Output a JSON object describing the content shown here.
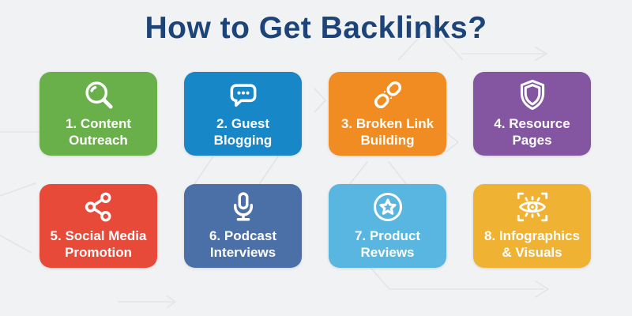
{
  "title": {
    "text": "How to Get Backlinks?",
    "color": "#1d4478"
  },
  "background": {
    "color": "#f1f2f3",
    "line_color": "#e3e4e8"
  },
  "cards": [
    {
      "label": "1. Content Outreach",
      "lines": [
        "1. Content",
        "Outreach"
      ],
      "icon": "search-icon",
      "color": "#6ab04a"
    },
    {
      "label": "2. Guest Blogging",
      "lines": [
        "2. Guest",
        "Blogging"
      ],
      "icon": "chat-bubble-icon",
      "color": "#1787c8"
    },
    {
      "label": "3. Broken Link Building",
      "lines": [
        "3. Broken Link",
        "Building"
      ],
      "icon": "broken-link-icon",
      "color": "#f08c21"
    },
    {
      "label": "4. Resource Pages",
      "lines": [
        "4. Resource",
        "Pages"
      ],
      "icon": "shield-icon",
      "color": "#8455a1"
    },
    {
      "label": "5. Social Media Promotion",
      "lines": [
        "5. Social Media",
        "Promotion"
      ],
      "icon": "share-icon",
      "color": "#e84a3a"
    },
    {
      "label": "6. Podcast Interviews",
      "lines": [
        "6. Podcast",
        "Interviews"
      ],
      "icon": "microphone-icon",
      "color": "#4b70a8"
    },
    {
      "label": "7. Product Reviews",
      "lines": [
        "7. Product",
        "Reviews"
      ],
      "icon": "star-badge-icon",
      "color": "#58b6e1"
    },
    {
      "label": "8. Infographics & Visuals",
      "lines": [
        "8. Infographics",
        "& Visuals"
      ],
      "icon": "eye-icon",
      "color": "#f0b233"
    }
  ]
}
